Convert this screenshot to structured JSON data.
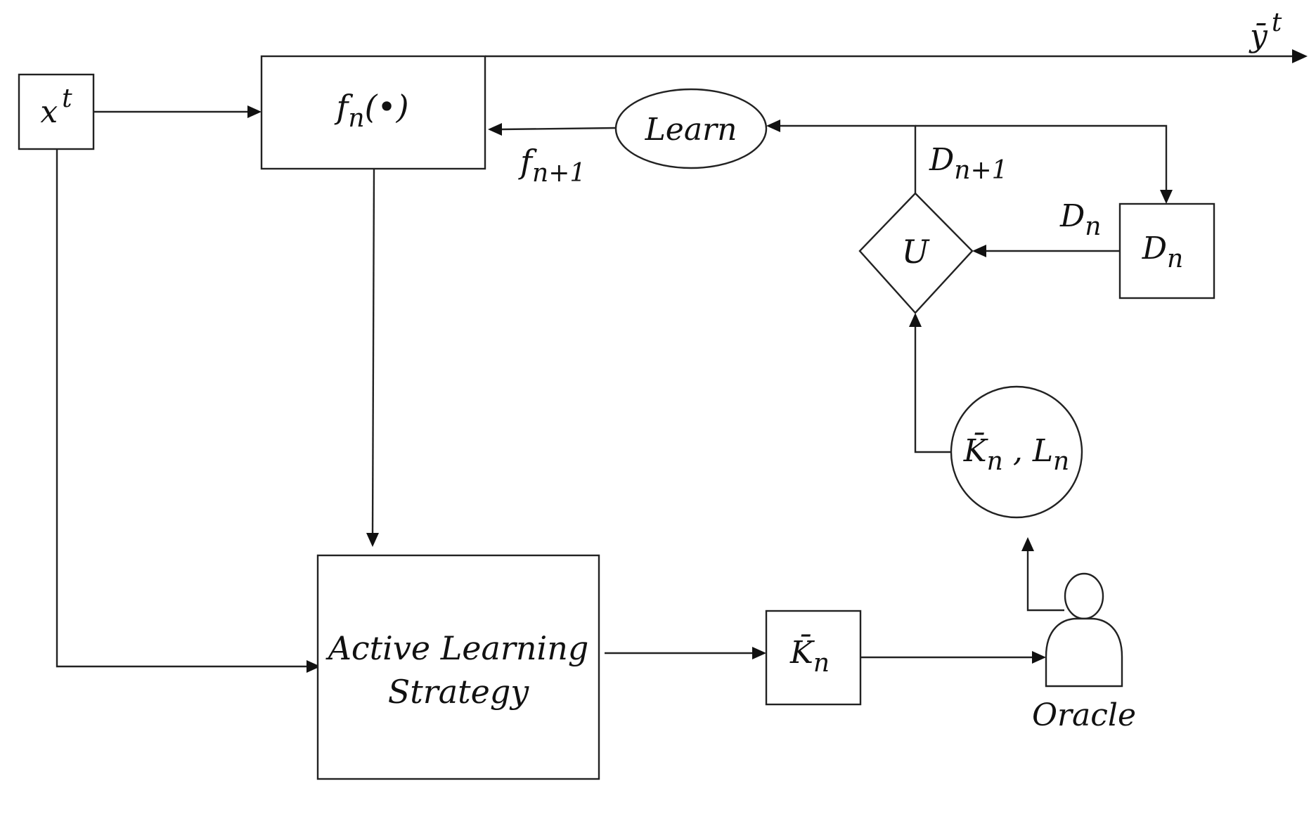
{
  "nodes": {
    "x_input": {
      "base": "x",
      "sup": "t"
    },
    "model": {
      "base": "f",
      "sub": "n",
      "suffix": "(•)"
    },
    "learn": {
      "label": "Learn"
    },
    "model_update_label": {
      "base": "f",
      "sub": "n+1"
    },
    "merged_set_label": {
      "base": "D",
      "sub": "n+1"
    },
    "union": {
      "label": "U"
    },
    "dataset_edge_label": {
      "base": "D",
      "sub": "n"
    },
    "dataset": {
      "base": "D",
      "sub": "n"
    },
    "labeled": {
      "base1": "K̄",
      "sub1": "n",
      "sep": " , ",
      "base2": "L",
      "sub2": "n"
    },
    "strategy": {
      "line1": "Active Learning",
      "line2": "Strategy"
    },
    "selected": {
      "base": "K̄",
      "sub": "n"
    },
    "oracle": {
      "label": "Oracle"
    },
    "output": {
      "base": "ȳ",
      "sup": "t"
    }
  }
}
